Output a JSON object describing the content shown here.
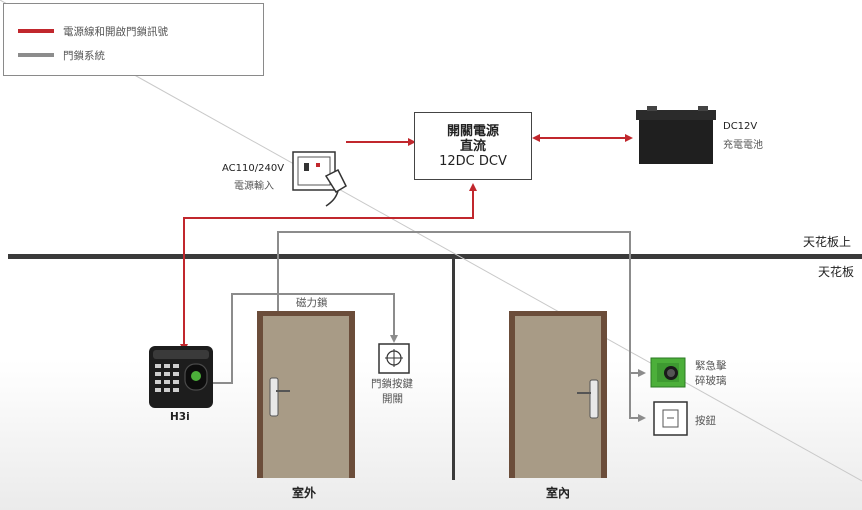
{
  "legend": {
    "items": [
      {
        "label": "電源線和開啟門鎖訊號",
        "color": "#c1272d"
      },
      {
        "label": "門鎖系統",
        "color": "#8c8c8c"
      }
    ]
  },
  "power_supply": {
    "line1": "開關電源",
    "line2": "直流",
    "line3": "12DC DCV"
  },
  "ac_input": {
    "line1": "AC110/240V",
    "line2": "電源輸入"
  },
  "battery": {
    "line1": "DC12V",
    "line2": "充電電池"
  },
  "ceiling": {
    "above_label": "天花板上",
    "below_label": "天花板"
  },
  "magnetic_lock": {
    "label": "磁力鎖"
  },
  "exit_switch": {
    "line1": "門鎖按鍵",
    "line2": "開關"
  },
  "device": {
    "label": "H3i"
  },
  "emergency": {
    "line1": "緊急擊",
    "line2": "碎玻璃"
  },
  "button": {
    "label": "按鈕"
  },
  "doors": {
    "outside_label": "室外",
    "inside_label": "室內"
  },
  "colors": {
    "red": "#c1272d",
    "gray": "#8c8c8c",
    "door_fill": "#a89b86",
    "door_frame": "#6b4d3a",
    "ceiling": "#3a3a3a"
  }
}
